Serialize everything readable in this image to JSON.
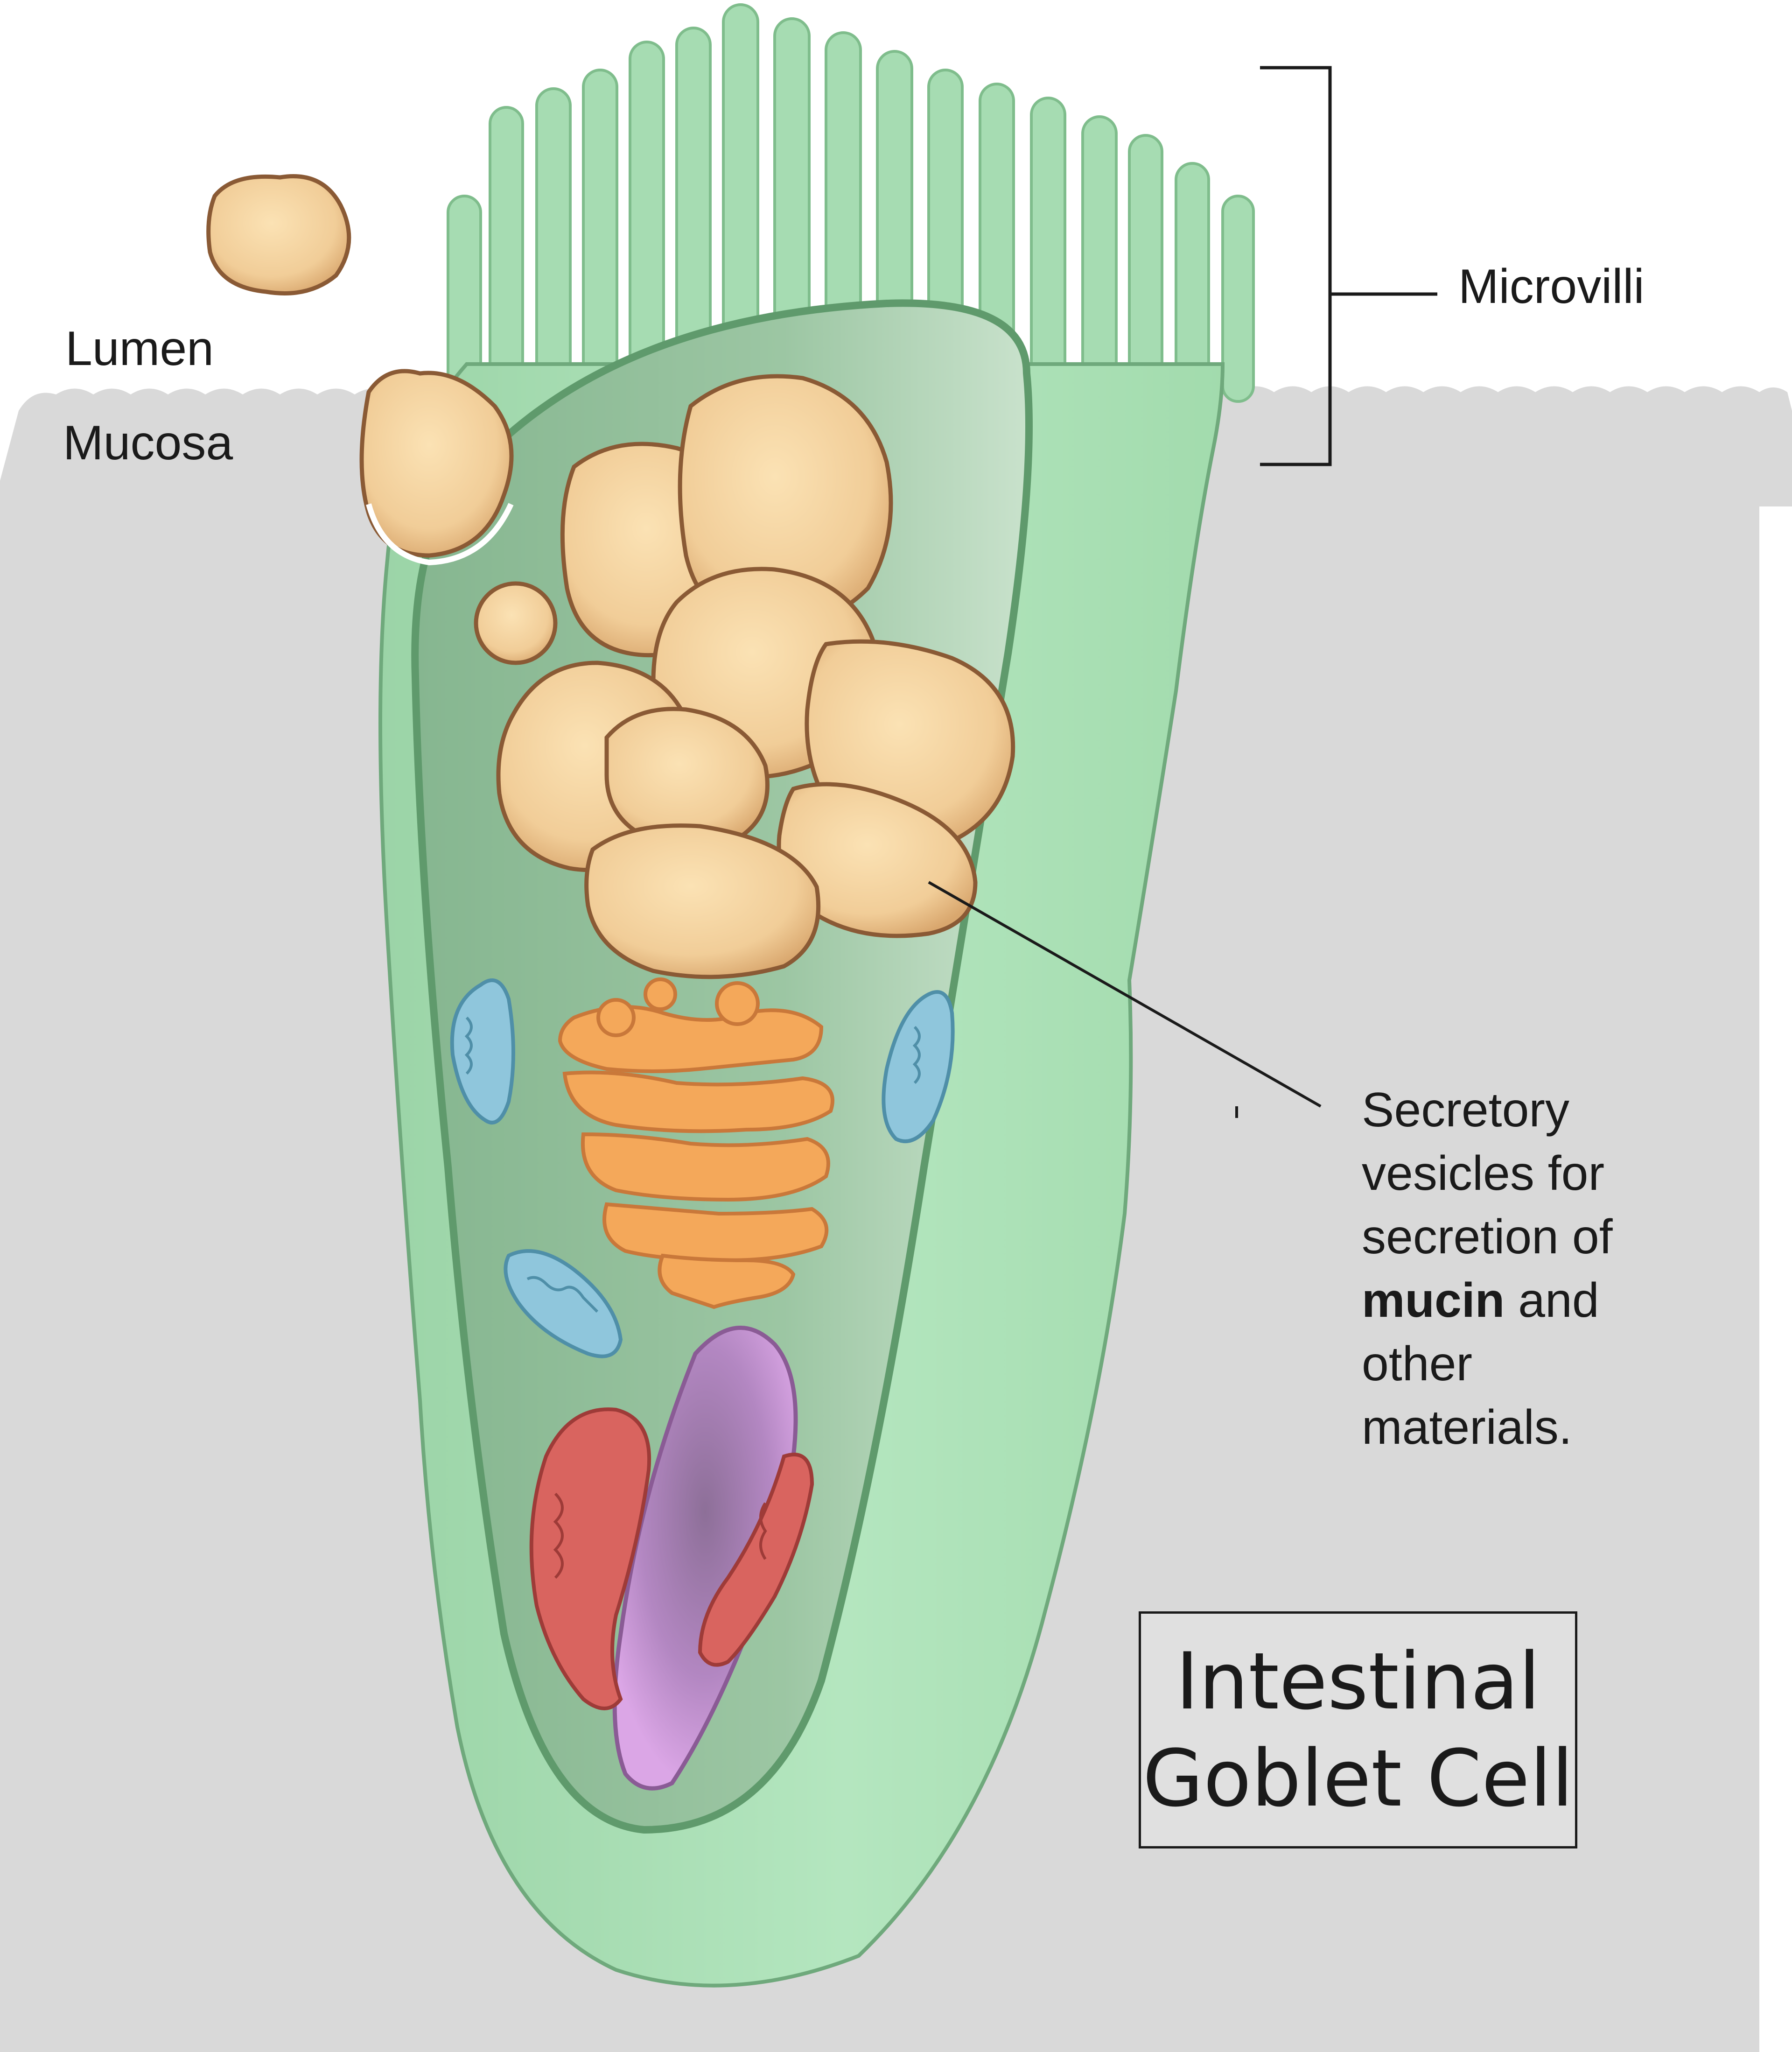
{
  "labels": {
    "lumen": "Lumen",
    "mucosa": "Mucosa",
    "microvilli": "Microvilli",
    "secretory_l1": "Secretory",
    "secretory_l2": "vesicles for",
    "secretory_l3": "secretion of",
    "secretory_bold": "mucin",
    "secretory_l4_rest": " and",
    "secretory_l5": "other",
    "secretory_l6": "materials."
  },
  "title": {
    "line1": "Intestinal",
    "line2": "Goblet Cell"
  },
  "colors": {
    "mucosa_gray": "#d9d9d9",
    "cell_green": "#a9dfb5",
    "cell_outline": "#5f9a6c",
    "theca_green": "#8fbf98",
    "vesicle_tan": "#f3d3a0",
    "vesicle_outline": "#8a5a35",
    "golgi_orange": "#f4a85a",
    "mitochondria_blue": "#8fc6dc",
    "nucleus_purple": "#c991d6",
    "rer_red": "#d9645f"
  }
}
